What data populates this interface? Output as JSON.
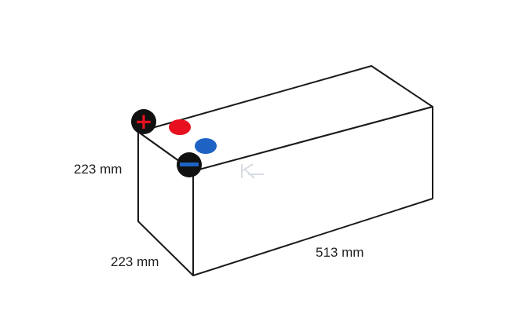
{
  "dimensions": {
    "height": "223 mm",
    "depth": "223 mm",
    "length": "513 mm"
  },
  "terminals": {
    "positive_symbol": "+",
    "negative_symbol": "−",
    "positive_color": "#e8101e",
    "negative_color": "#1e63c4",
    "badge_color": "#111111"
  },
  "colors": {
    "outline": "#1a1a1a",
    "fill": "#ffffff"
  }
}
